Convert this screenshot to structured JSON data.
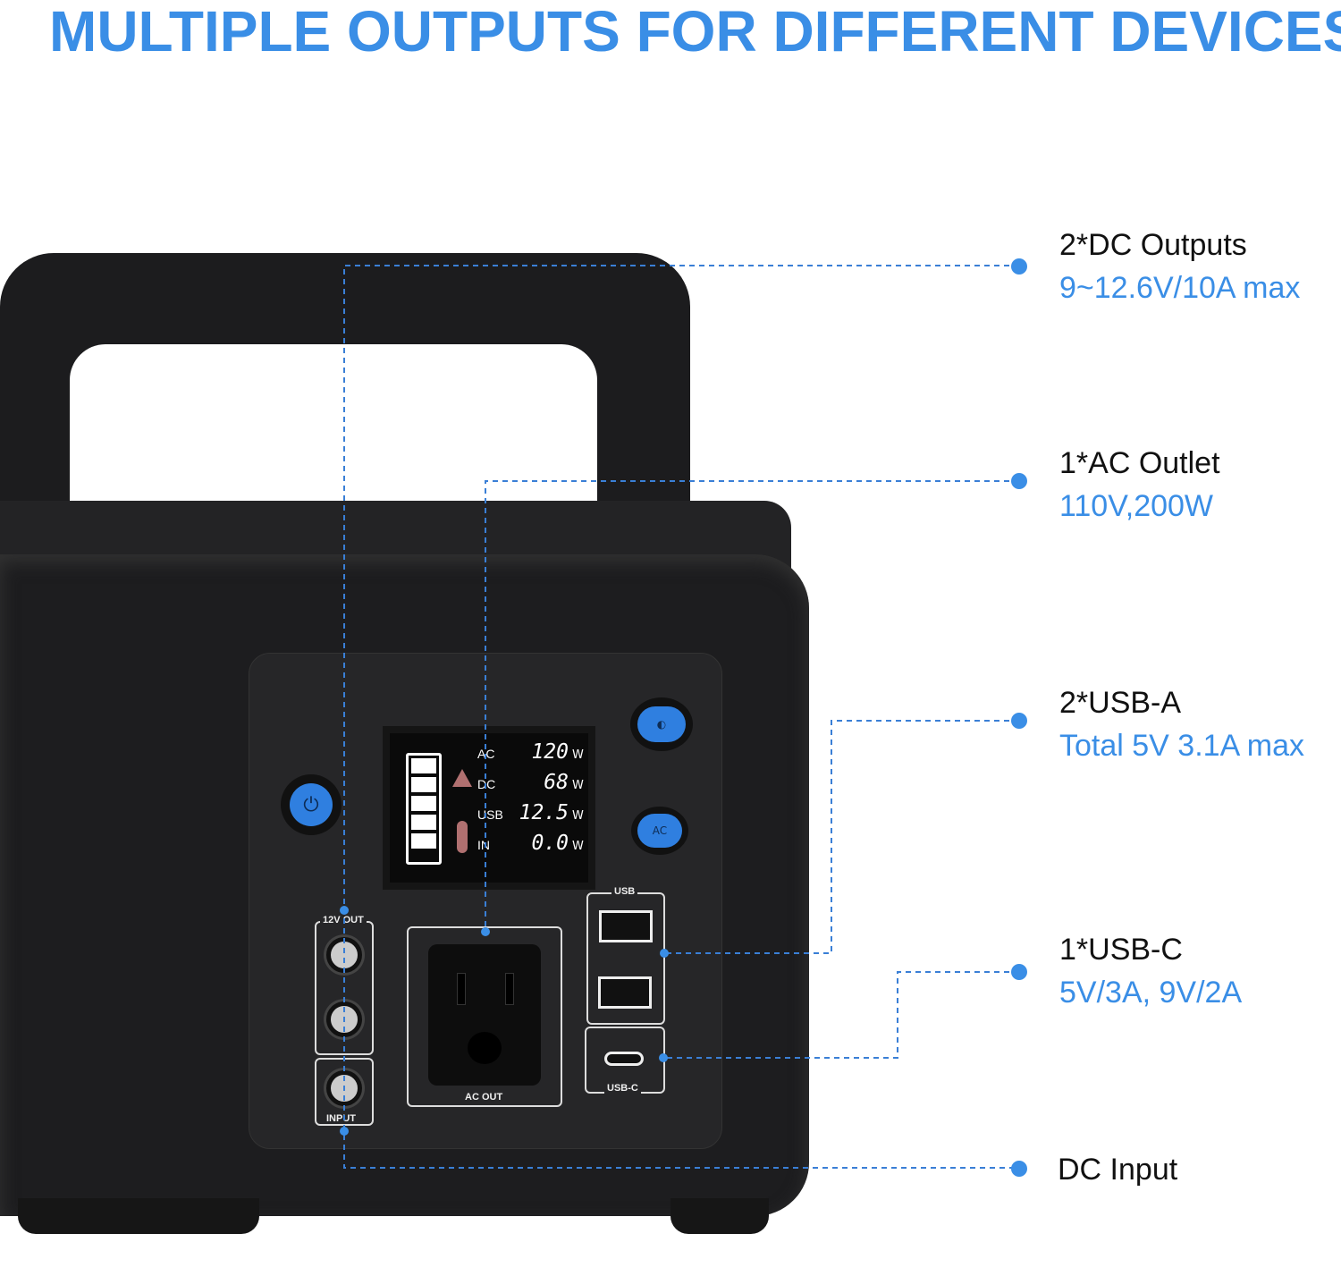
{
  "title": "MULTIPLE OUTPUTS FOR DIFFERENT DEVICES",
  "accent_color": "#3a8ee6",
  "features": [
    {
      "name": "2*DC Outputs",
      "spec": "9~12.6V/10A max"
    },
    {
      "name": "1*AC Outlet",
      "spec": "110V,200W"
    },
    {
      "name": "2*USB-A",
      "spec": "Total 5V 3.1A max"
    },
    {
      "name": "1*USB-C",
      "spec": "5V/3A, 9V/2A"
    },
    {
      "name": "DC Input",
      "spec": ""
    }
  ],
  "lcd": {
    "rows": [
      {
        "label": "AC",
        "value": "120",
        "unit": "W"
      },
      {
        "label": "DC",
        "value": "68",
        "unit": "W"
      },
      {
        "label": "USB",
        "value": "12.5",
        "unit": "W"
      },
      {
        "label": "IN",
        "value": "0.0",
        "unit": "W"
      }
    ]
  },
  "ports": {
    "dc_out": "12V OUT",
    "input": "INPUT",
    "ac_out": "AC OUT",
    "usb": "USB",
    "usb_c": "USB-C",
    "ac_button": "AC"
  },
  "icons": [
    "power-icon",
    "light-icon",
    "battery-icon",
    "warning-icon",
    "thermometer-icon"
  ]
}
